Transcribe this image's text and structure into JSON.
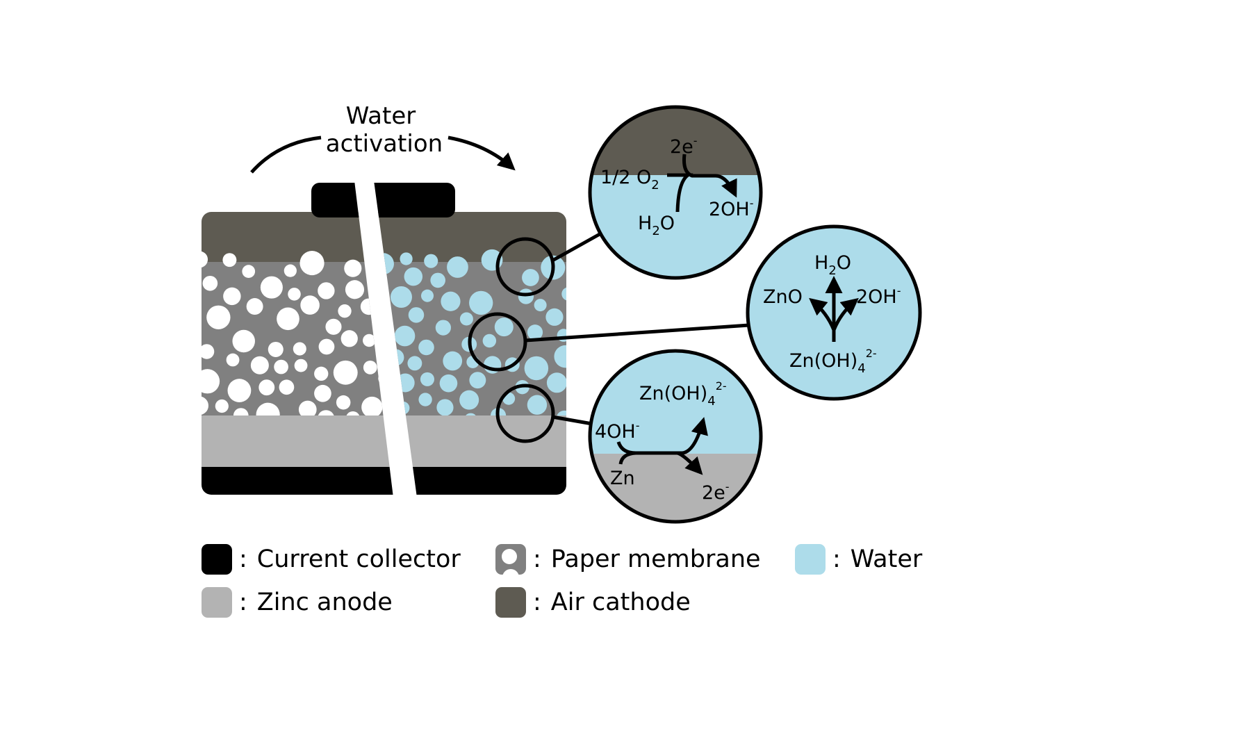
{
  "title_label": {
    "line1": "Water",
    "line2": "activation"
  },
  "colors": {
    "current_collector": "#000000",
    "zinc_anode": "#b3b3b3",
    "paper_membrane": "#808080",
    "water": "#addcea",
    "air_cathode": "#5e5b52",
    "dry_pore": "#ffffff"
  },
  "cathode_reaction": {
    "electrons": "2e",
    "electrons_charge": "-",
    "oxygen_prefix": "1/2 O",
    "oxygen_sub": "2",
    "water_prefix": "H",
    "water_sub": "2",
    "water_suffix": "O",
    "product": "2OH",
    "product_charge": "-"
  },
  "electrolyte_reaction": {
    "top_prefix": "H",
    "top_sub": "2",
    "top_suffix": "O",
    "left": "ZnO",
    "right": "2OH",
    "right_charge": "-",
    "bottom": "Zn(OH)",
    "bottom_sub": "4",
    "bottom_charge": "2-"
  },
  "anode_reaction": {
    "product": "Zn(OH)",
    "product_sub": "4",
    "product_charge": "2-",
    "reactant": "4OH",
    "reactant_charge": "-",
    "metal": "Zn",
    "electrons": "2e",
    "electrons_charge": "-"
  },
  "legend": [
    {
      "key": "current_collector",
      "sep": ":",
      "label": "Current collector"
    },
    {
      "key": "paper_membrane",
      "sep": ":",
      "label": "Paper membrane"
    },
    {
      "key": "water",
      "sep": ":",
      "label": "Water"
    },
    {
      "key": "zinc_anode",
      "sep": ":",
      "label": "Zinc anode"
    },
    {
      "key": "air_cathode",
      "sep": ":",
      "label": "Air cathode"
    }
  ]
}
